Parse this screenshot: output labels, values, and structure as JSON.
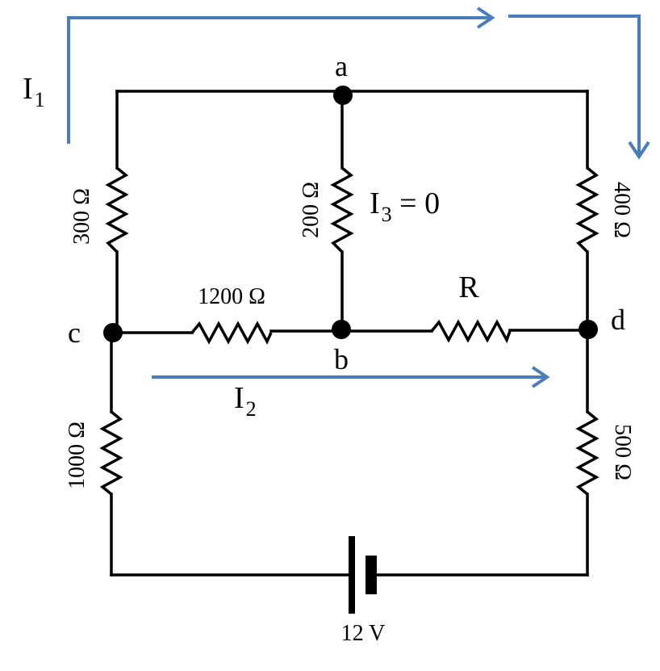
{
  "nodes": {
    "a": "a",
    "b": "b",
    "c": "c",
    "d": "d"
  },
  "resistors": {
    "r_ac": "300 Ω",
    "r_ab": "200 Ω",
    "r_ad": "400 Ω",
    "r_cb": "1200 Ω",
    "r_bd": "R",
    "r_c_bottom": "1000 Ω",
    "r_d_bottom": "500 Ω"
  },
  "battery": {
    "label": "12 V"
  },
  "currents": {
    "i1": {
      "main": "I",
      "sub": "1"
    },
    "i2": {
      "main": "I",
      "sub": "2"
    },
    "i3": {
      "main": "I",
      "sub": "3",
      "suffix": " = 0"
    }
  },
  "colors": {
    "wire": "#000000",
    "current_arrow": "#4a7ebb"
  }
}
